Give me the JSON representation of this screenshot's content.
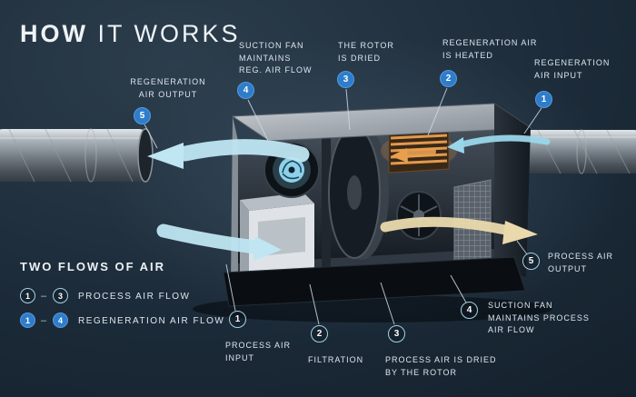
{
  "title": {
    "word_bold": "HOW",
    "word_rest": "IT WORKS"
  },
  "callouts": {
    "regeneration": [
      {
        "number": "1",
        "label": "REGENERATION\nAIR INPUT"
      },
      {
        "number": "2",
        "label": "REGENERATION AIR\nIS HEATED"
      },
      {
        "number": "3",
        "label": "THE ROTOR\nIS DRIED"
      },
      {
        "number": "4",
        "label": "SUCTION FAN\nMAINTAINS\nREG. AIR FLOW"
      },
      {
        "number": "5",
        "label": "REGENERATION\nAIR OUTPUT"
      }
    ],
    "process": [
      {
        "number": "1",
        "label": "PROCESS AIR\nINPUT"
      },
      {
        "number": "2",
        "label": "FILTRATION"
      },
      {
        "number": "3",
        "label": "PROCESS AIR IS DRIED\nBY THE ROTOR"
      },
      {
        "number": "4",
        "label": "SUCTION FAN\nMAINTAINS PROCESS\nAIR FLOW"
      },
      {
        "number": "5",
        "label": "PROCESS AIR\nOUTPUT"
      }
    ]
  },
  "legend": {
    "title": "TWO FLOWS OF AIR",
    "separator": "–",
    "rows": [
      {
        "from": "1",
        "to": "3",
        "label": "PROCESS AIR FLOW",
        "style": "outline"
      },
      {
        "from": "1",
        "to": "4",
        "label": "REGENERATION AIR FLOW",
        "style": "filled"
      }
    ]
  },
  "colors": {
    "background": "#1c2a38",
    "accent_blue": "#2e7dcb",
    "outline_ring": "#a5d3e2",
    "airflow_blue": "#bfe6f2",
    "heated_orange": "#e29a4e",
    "process_output_tan": "#ead9ac",
    "duct_gray": "#79828a"
  }
}
